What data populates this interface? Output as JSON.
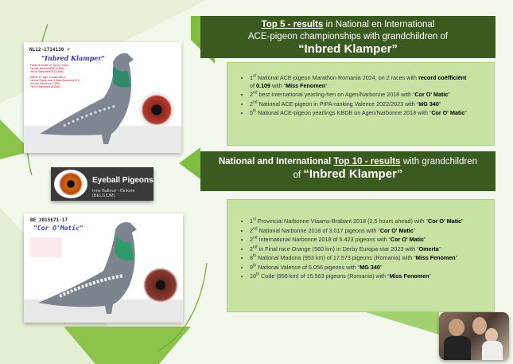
{
  "top5": {
    "heading_underlined": "Top 5 - results",
    "heading_rest1": " in National en International",
    "heading_line2": "ACE-pigeon championships with grandchildren of",
    "heading_name": "“Inbred Klamper”",
    "items": [
      [
        [
          "1",
          ""
        ],
        [
          "st",
          "sup"
        ],
        [
          " National ACE-pigeon Marathon Romania 2024, on 2 races with ",
          ""
        ],
        [
          "record coëfficiënt",
          "b"
        ],
        [
          " of ",
          ""
        ],
        [
          "0.109",
          "b"
        ],
        [
          " with “",
          ""
        ],
        [
          "Miss Fenomen",
          "b"
        ],
        [
          "”",
          ""
        ]
      ],
      [
        [
          "2",
          ""
        ],
        [
          "nd",
          "sup"
        ],
        [
          " best International yearling-hen on Agen/Narbonne 2018 with “",
          ""
        ],
        [
          "Cor O' Matic",
          "b"
        ],
        [
          "”",
          ""
        ]
      ],
      [
        [
          "2",
          ""
        ],
        [
          "nd",
          "sup"
        ],
        [
          " National ACE-pigeon in PIPA-ranking Valence 2022/2023 with “",
          ""
        ],
        [
          "MG 340",
          "b"
        ],
        [
          "”",
          ""
        ]
      ],
      [
        [
          "5",
          ""
        ],
        [
          "th",
          "sup"
        ],
        [
          " National ACE-pigeon yearlings KBDB on Agen/Narbonne 2018 with “",
          ""
        ],
        [
          "Cor O' Matic",
          "b"
        ],
        [
          "”",
          ""
        ]
      ]
    ]
  },
  "top10": {
    "heading_bold": "National and International ",
    "heading_underlined": "Top 10 - results",
    "heading_rest": " with grandchildren",
    "heading_of": "of ",
    "heading_name": "“Inbred Klamper”",
    "items": [
      [
        [
          "1",
          ""
        ],
        [
          "st",
          "sup"
        ],
        [
          " Provincial Narbonne Vlaams-Brabant 2018 (2,5 hours ahead) with “",
          ""
        ],
        [
          "Cor O' Matic",
          "b"
        ],
        [
          "”",
          ""
        ]
      ],
      [
        [
          "2",
          ""
        ],
        [
          "nd",
          "sup"
        ],
        [
          " National Narbonne 2018 of 3.017 pigeons with “",
          ""
        ],
        [
          "Cor O' Matic",
          "b"
        ],
        [
          "”",
          ""
        ]
      ],
      [
        [
          "2",
          ""
        ],
        [
          "nd",
          "sup"
        ],
        [
          " International Narbonne 2018 of 6.423 pigeons with “",
          ""
        ],
        [
          "Cor O' Matic",
          "b"
        ],
        [
          "”",
          ""
        ]
      ],
      [
        [
          "2",
          ""
        ],
        [
          "nd",
          "sup"
        ],
        [
          " in Final race Orange (560 km) in Derby Europa-star 2023 with “",
          ""
        ],
        [
          "Omerta",
          "b"
        ],
        [
          "”",
          ""
        ]
      ],
      [
        [
          "8",
          ""
        ],
        [
          "th",
          "sup"
        ],
        [
          " National Madona (953 km) of 17.573 pigeons (Romania) with “",
          ""
        ],
        [
          "Miss Fenomen",
          "b"
        ],
        [
          "”",
          ""
        ]
      ],
      [
        [
          "9",
          ""
        ],
        [
          "th",
          "sup"
        ],
        [
          " National Valence of 6.056 pigeons with “",
          ""
        ],
        [
          "MG 340",
          "b"
        ],
        [
          "”",
          ""
        ]
      ],
      [
        [
          "10",
          ""
        ],
        [
          "th",
          "sup"
        ],
        [
          " Code (956 km) of 15.563 pigeons (Romania) with “",
          ""
        ],
        [
          "Miss Fenomen",
          "b"
        ],
        [
          "”",
          ""
        ]
      ]
    ]
  },
  "card1": {
    "ring": "NL12-1714138 ♂",
    "name": "\"Inbred Klamper\"",
    "pedigree": [
      "Father is brother of \"Queen Tonny\"",
      "1st Nat. Barcelona'05 13.666p",
      "4th Int. Barcelona'05 25.859p",
      "",
      "Mother is \" dght. Condor Barca\"",
      "1st Ace Pigeon over 4 Years Barcelona ELS",
      "3rd Nat. Barcelona 7.489p",
      "7th Int. Barcelona 25.855p"
    ]
  },
  "card2": {
    "ring": "BE 2015671-17",
    "name": "\"Cor O'Matic\""
  },
  "logo": {
    "title": "Eyeball Pigeons",
    "subtitle": "Inne Balleux - Binkom (BELGIUM)"
  },
  "colors": {
    "header_green": "#3b5a1f",
    "box_green": "#c8e2a4",
    "accent_green": "#6aaa2e"
  }
}
